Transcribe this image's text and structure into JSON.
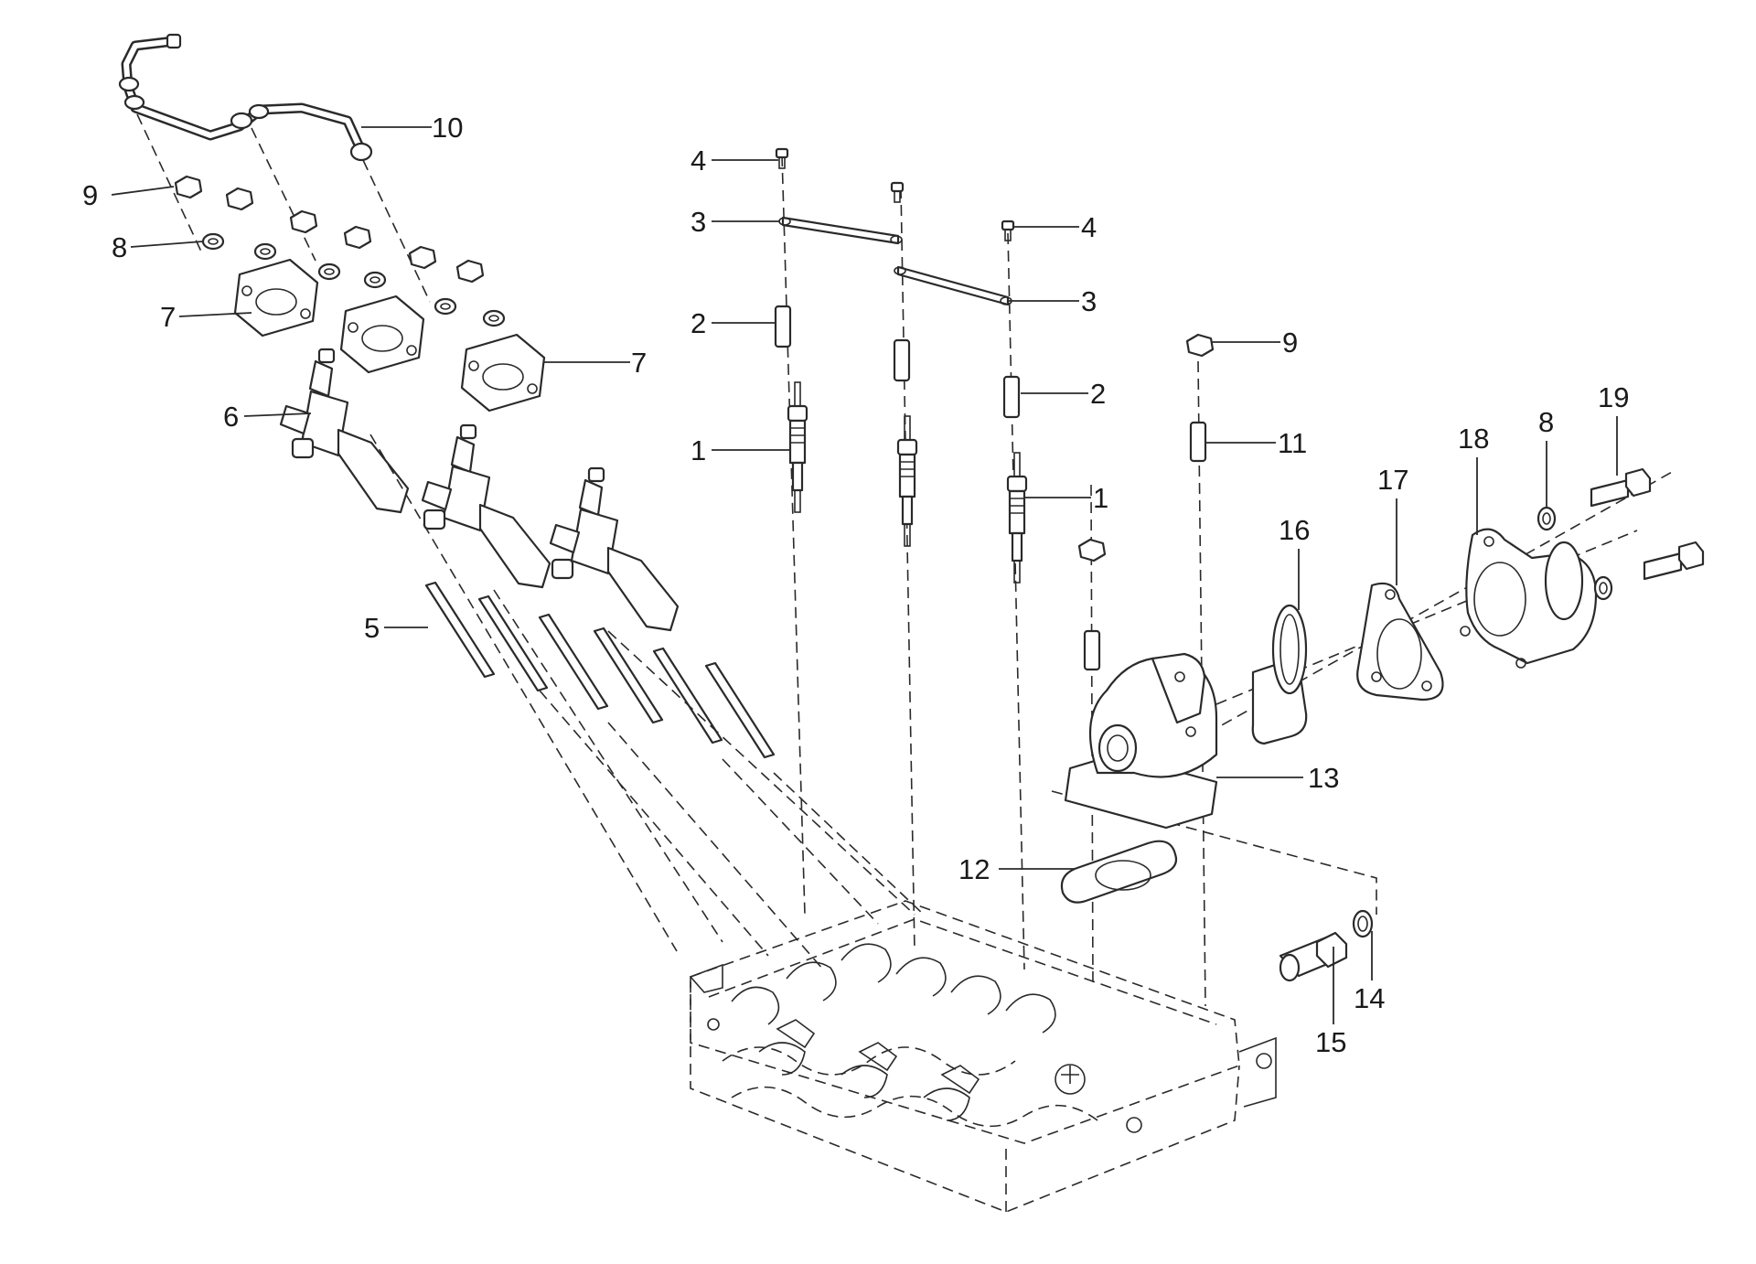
{
  "diagram": {
    "callouts": {
      "glow_plug_a": "1",
      "glow_plug_b": "1",
      "spacer_a": "2",
      "spacer_b": "2",
      "bus_bar_a": "3",
      "bus_bar_b": "3",
      "screw_a": "4",
      "screw_b": "4",
      "pin": "5",
      "injector": "6",
      "flange_a": "7",
      "flange_b": "7",
      "washer_a": "8",
      "washer_b": "8",
      "nut_a": "9",
      "nut_b": "9",
      "fuel_return_pipe": "10",
      "stud": "11",
      "gasket": "12",
      "thermostat_housing": "13",
      "o_ring": "14",
      "union": "15",
      "thermostat": "16",
      "cover_gasket": "17",
      "thermostat_cover": "18",
      "bolt": "19"
    },
    "line_color": "#2a2a2a",
    "background_color": "#ffffff"
  }
}
